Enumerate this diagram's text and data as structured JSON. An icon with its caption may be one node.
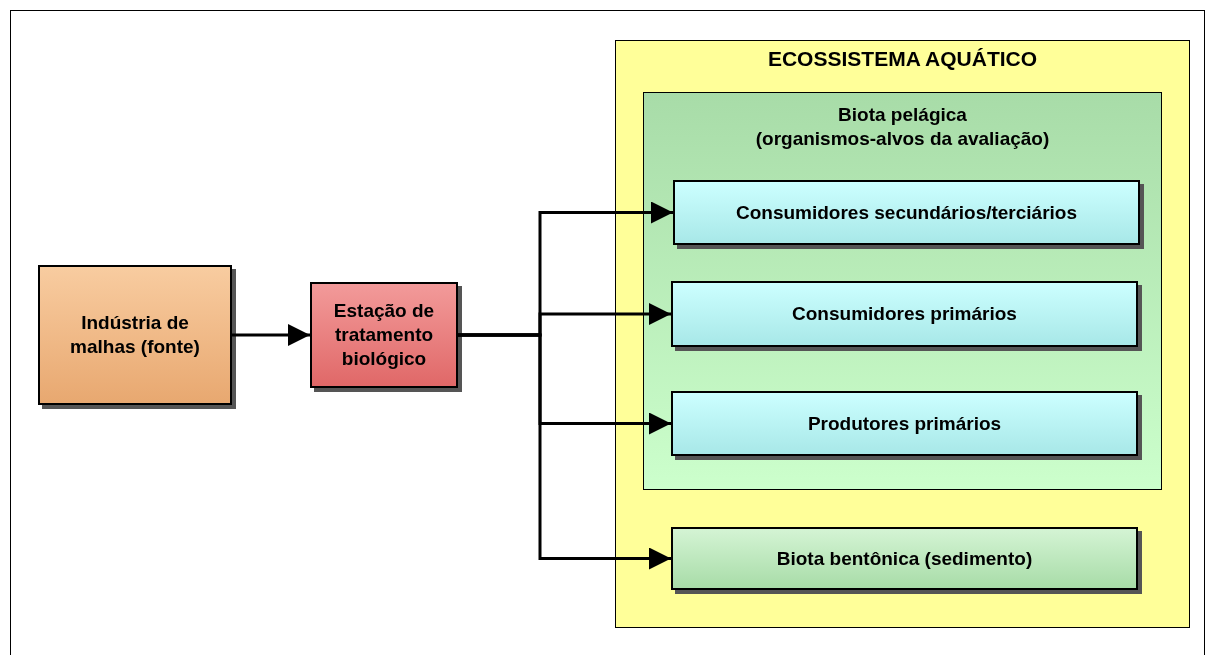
{
  "diagram": {
    "nodes": [
      {
        "text": [
          "Indústria de malhas (fonte)"
        ]
      },
      {
        "text": [
          "Estação de tratamento biológico"
        ]
      },
      {
        "text": [
          "ECOSSISTEMA AQUÁTICO"
        ]
      },
      {
        "text": [
          "Biota pelágica",
          "(organismos-alvos da avaliação)"
        ],
        "in": 2
      },
      {
        "text": [
          "Consumidores secundários/terciários"
        ],
        "in": 3
      },
      {
        "text": [
          "Consumidores primários"
        ],
        "in": 3
      },
      {
        "text": [
          "Produtores primários"
        ],
        "in": 3
      },
      {
        "text": [
          "Biota bentônica (sedimento)"
        ],
        "in": 2
      }
    ],
    "edges": [
      {
        "from": 0,
        "to": 1,
        "arrow": "to"
      },
      {
        "from": 1,
        "to": 4,
        "arrow": "to"
      },
      {
        "from": 1,
        "to": 5,
        "arrow": "to"
      },
      {
        "from": 1,
        "to": 6,
        "arrow": "to"
      },
      {
        "from": 1,
        "to": 7,
        "arrow": "to"
      }
    ]
  }
}
